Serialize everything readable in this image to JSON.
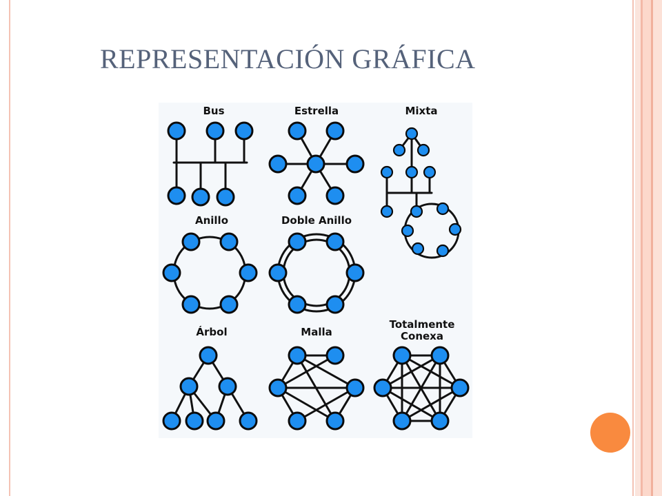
{
  "slide": {
    "title": "REPRESENTACIÓN GRÁFICA",
    "accent_color": "#f98a3f",
    "title_color": "#55627a"
  },
  "diagram": {
    "node_color": "#1e8ef0",
    "topologies": [
      {
        "id": "bus",
        "label": "Bus"
      },
      {
        "id": "star",
        "label": "Estrella"
      },
      {
        "id": "mixed",
        "label": "Mixta"
      },
      {
        "id": "ring",
        "label": "Anillo"
      },
      {
        "id": "double-ring",
        "label": "Doble Anillo"
      },
      {
        "id": "tree",
        "label": "Árbol"
      },
      {
        "id": "mesh",
        "label": "Malla"
      },
      {
        "id": "full",
        "label_line1": "Totalmente",
        "label_line2": "Conexa"
      }
    ]
  }
}
